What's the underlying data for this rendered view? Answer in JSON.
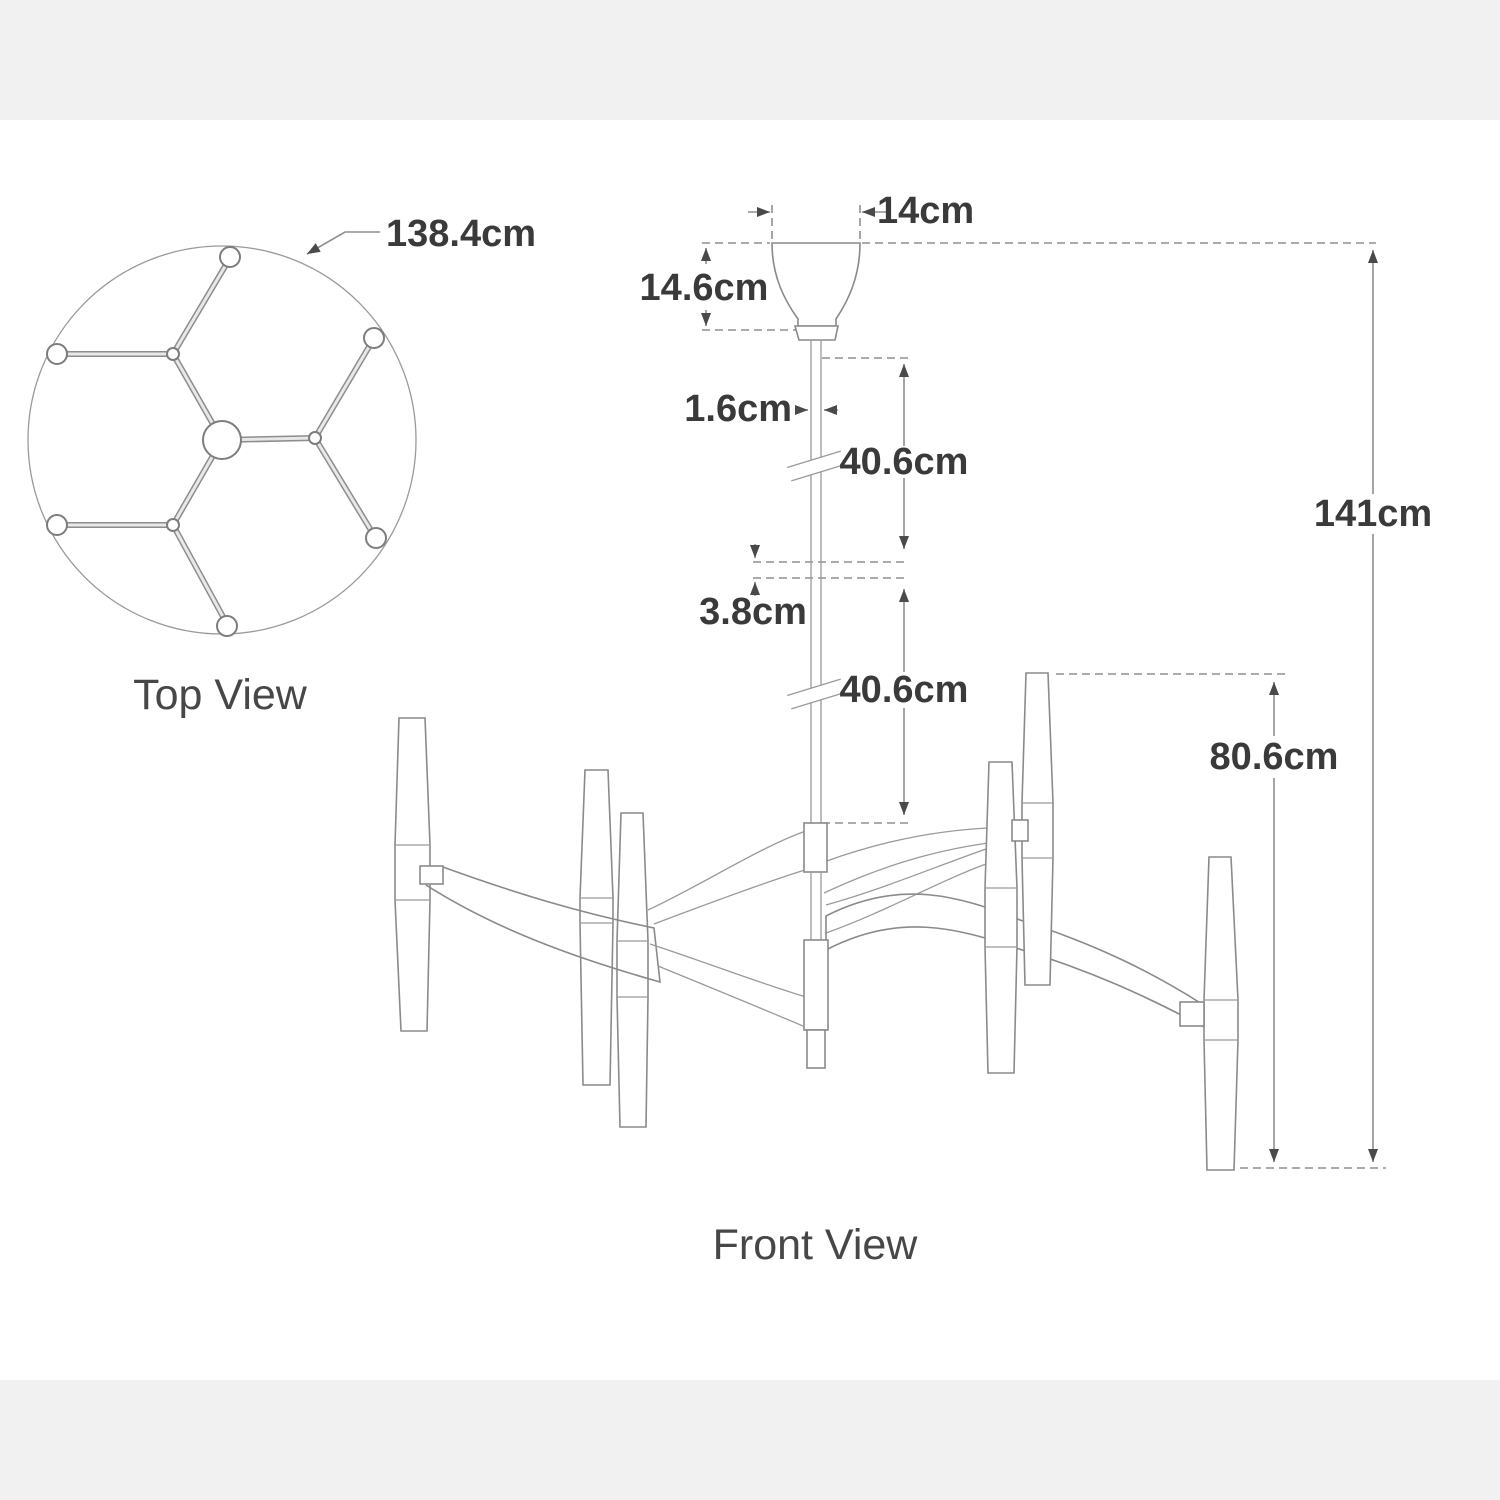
{
  "colors": {
    "band": "#f1f1f2",
    "line": "#8f8f8f",
    "text": "#3a3a3a"
  },
  "top_view": {
    "caption": "Top View",
    "diameter": "138.4cm"
  },
  "front_view": {
    "caption": "Front View",
    "canopy_width": "14cm",
    "canopy_height": "14.6cm",
    "rod_diameter": "1.6cm",
    "upper_rod_length": "40.6cm",
    "coupler_length": "3.8cm",
    "lower_rod_length": "40.6cm",
    "overall_height": "141cm",
    "fixture_body_height": "80.6cm"
  }
}
